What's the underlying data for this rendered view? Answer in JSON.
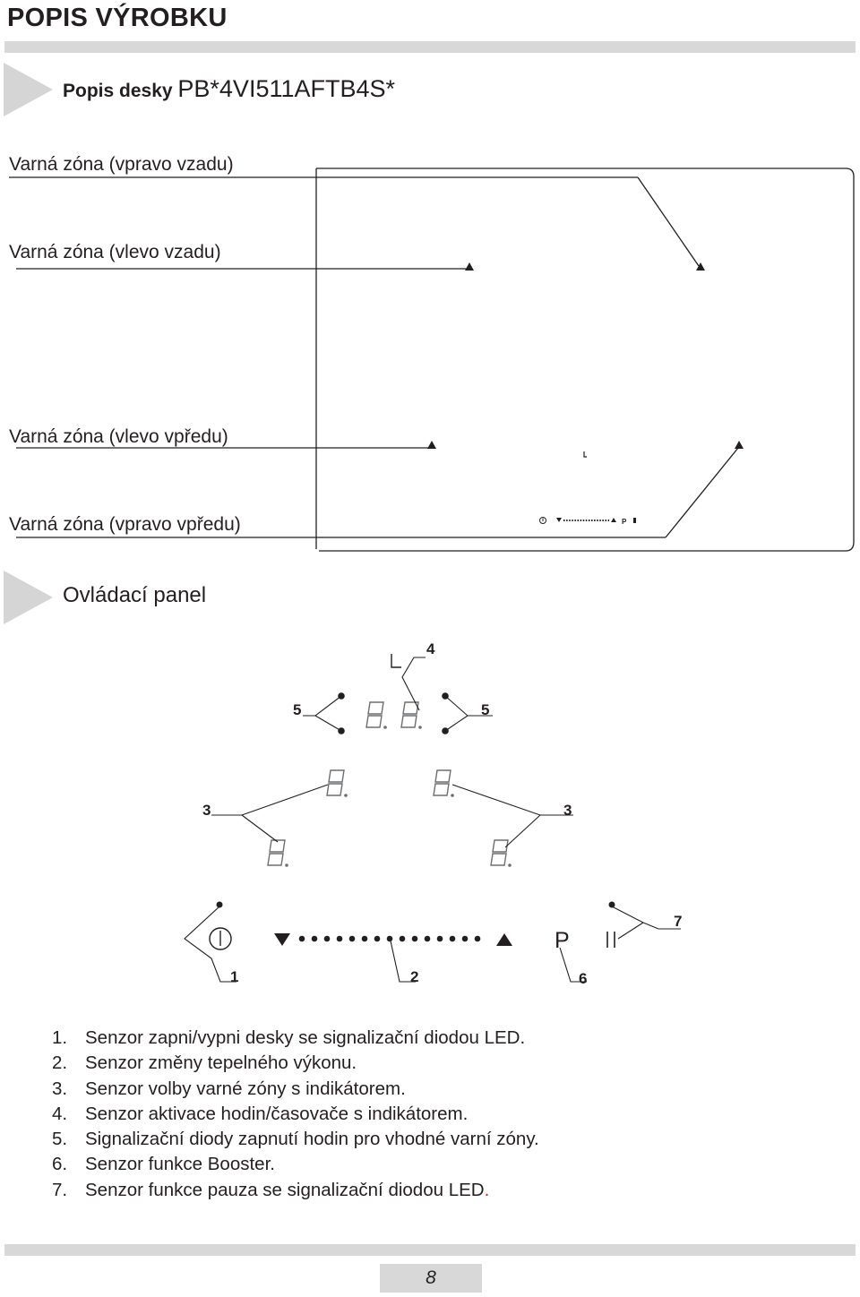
{
  "header": {
    "title": "POPIS VÝROBKU"
  },
  "section_hob": {
    "title_prefix": "Popis desky ",
    "model": "PB*4VI511AFTB4S*"
  },
  "zones": {
    "rear_right": "Varná zóna (vpravo vzadu)",
    "rear_left": "Varná zóna (vlevo vzadu)",
    "front_left": "Varná zóna (vlevo vpředu)",
    "front_right": "Varná zóna (vpravo vpředu)"
  },
  "mini_panel": {
    "p": "P"
  },
  "section_panel": {
    "title": "Ovládací panel"
  },
  "panel_callouts": {
    "c1": "1",
    "c2": "2",
    "c3_left": "3",
    "c3_right": "3",
    "c4": "4",
    "c5_left": "5",
    "c5_right": "5",
    "c6": "6",
    "c7": "7"
  },
  "panel_symbols": {
    "booster": "P"
  },
  "legend": [
    {
      "num": "1.",
      "text": "Senzor zapni/vypni desky se signalizační diodou LED."
    },
    {
      "num": "2.",
      "text": "Senzor změny tepelného výkonu."
    },
    {
      "num": "3.",
      "text": "Senzor volby varné zóny s indikátorem."
    },
    {
      "num": "4.",
      "text": "Senzor aktivace hodin/časovače s indikátorem."
    },
    {
      "num": "5.",
      "text": "Signalizační diody zapnutí hodin pro vhodné varní zóny."
    },
    {
      "num": "6.",
      "text": "Senzor funkce Booster."
    },
    {
      "num": "7.",
      "text": "Senzor funkce pauza se signalizační diodou LED",
      "end": "."
    }
  ],
  "footer": {
    "page_number": "8"
  },
  "colors": {
    "text": "#231f20",
    "rule_gray": "#d8d8d8",
    "arrow_gray": "#d5d5d5",
    "digit_gray": "#6d6e71",
    "accent_red": "#e2231a"
  },
  "icons": [
    "section-arrow-icon",
    "power-icon",
    "minus-triangle-icon",
    "plus-triangle-icon",
    "pause-icon",
    "timer-icon"
  ]
}
